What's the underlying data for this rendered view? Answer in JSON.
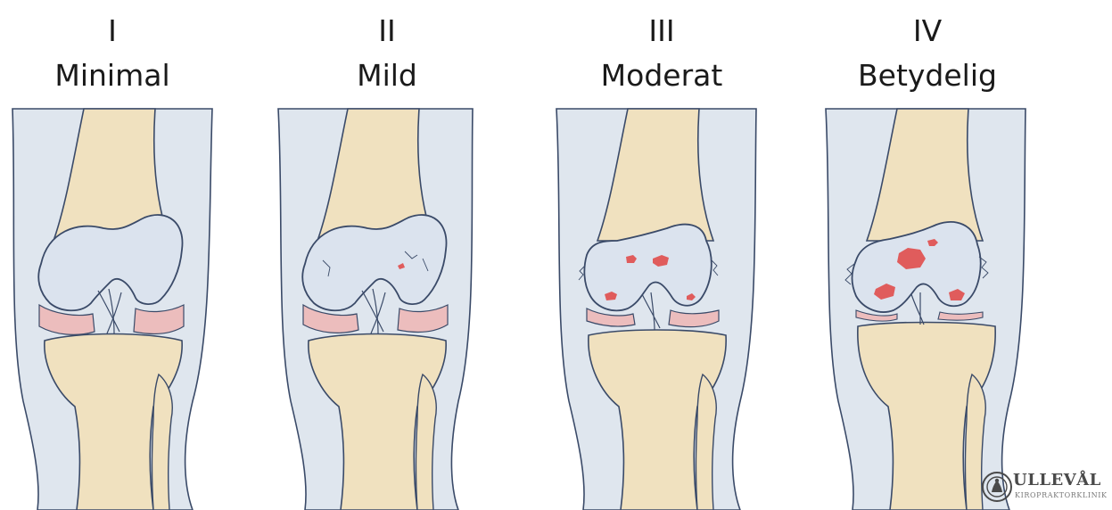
{
  "stages": [
    {
      "grade": "I",
      "label": "Minimal"
    },
    {
      "grade": "II",
      "label": "Mild"
    },
    {
      "grade": "III",
      "label": "Moderat"
    },
    {
      "grade": "IV",
      "label": "Betydelig"
    }
  ],
  "logo": {
    "name": "ULLEVÅL",
    "subtitle": "KIROPRAKTORKLINIK"
  },
  "colors": {
    "soft_tissue": "#dfe6ee",
    "bone": "#f0e1bf",
    "cartilage": "#ecbdbd",
    "cartilage_dark": "#e27a7a",
    "femur_condyle": "#dbe3ee",
    "lesion": "#e05c5c",
    "outline": "#3a4a68"
  }
}
